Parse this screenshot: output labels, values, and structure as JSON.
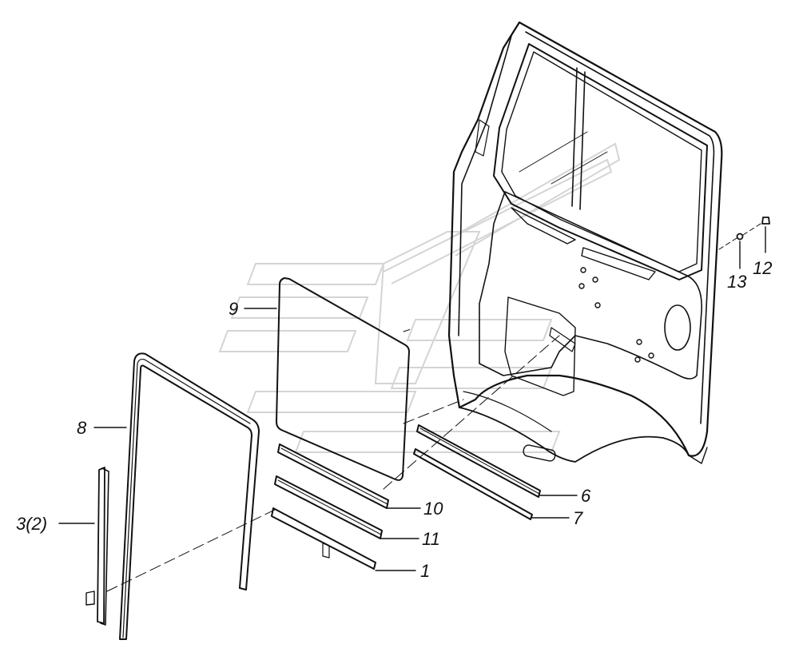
{
  "diagram": {
    "callouts": [
      {
        "id": "label-9",
        "text": "9"
      },
      {
        "id": "label-8",
        "text": "8"
      },
      {
        "id": "label-3",
        "text": "3(2)"
      },
      {
        "id": "label-10",
        "text": "10"
      },
      {
        "id": "label-11",
        "text": "11"
      },
      {
        "id": "label-1",
        "text": "1"
      },
      {
        "id": "label-6",
        "text": "6"
      },
      {
        "id": "label-7",
        "text": "7"
      },
      {
        "id": "label-13",
        "text": "13"
      },
      {
        "id": "label-12",
        "text": "12"
      }
    ]
  },
  "colors": {
    "ink": "#111111",
    "watermark": "#d4d4d4",
    "background": "#ffffff"
  }
}
